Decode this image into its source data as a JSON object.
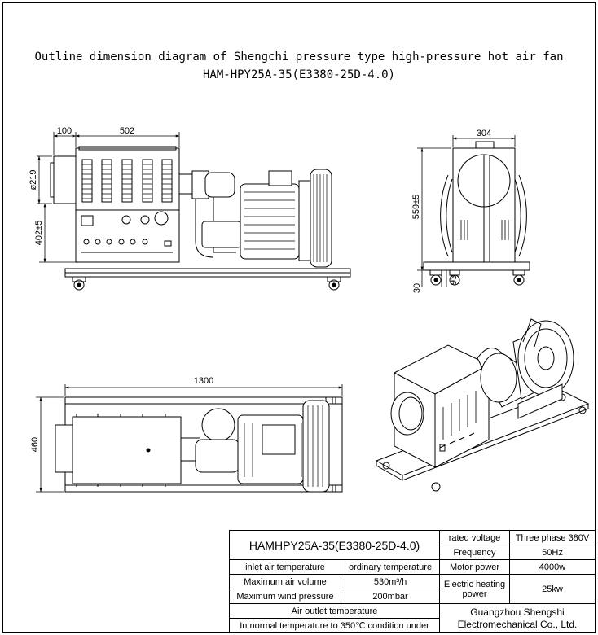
{
  "title": {
    "line1": "Outline dimension diagram of Shengchi pressure type high-pressure hot air fan",
    "line2": "HAM-HPY25A-35(E3380-25D-4.0)"
  },
  "dimensions": {
    "front_offset": "100",
    "front_width": "502",
    "front_diameter": "ø219",
    "front_height": "402±5",
    "side_width": "304",
    "side_height": "559±5",
    "side_bottom": "30",
    "side_wheel": "93",
    "top_length": "1300",
    "top_width": "460"
  },
  "spec_table": {
    "model": "HAMHPY25A-35(E3380-25D-4.0)",
    "rated_voltage_label": "rated voltage",
    "rated_voltage_value": "Three phase 380V",
    "frequency_label": "Frequency",
    "frequency_value": "50Hz",
    "inlet_temp_label": "inlet air temperature",
    "inlet_temp_value": "ordinary temperature",
    "motor_power_label": "Motor power",
    "motor_power_value": "4000w",
    "air_volume_label": "Maximum air volume",
    "air_volume_value": "530m³/h",
    "heating_label": "Electric heating power",
    "heating_value": "25kw",
    "wind_pressure_label": "Maximum wind pressure",
    "wind_pressure_value": "200mbar",
    "outlet_temp_label": "Air outlet temperature",
    "outlet_temp_value": "In normal temperature to 350℃ condition under",
    "company": "Guangzhou Shengshi Electromechanical Co., Ltd."
  }
}
